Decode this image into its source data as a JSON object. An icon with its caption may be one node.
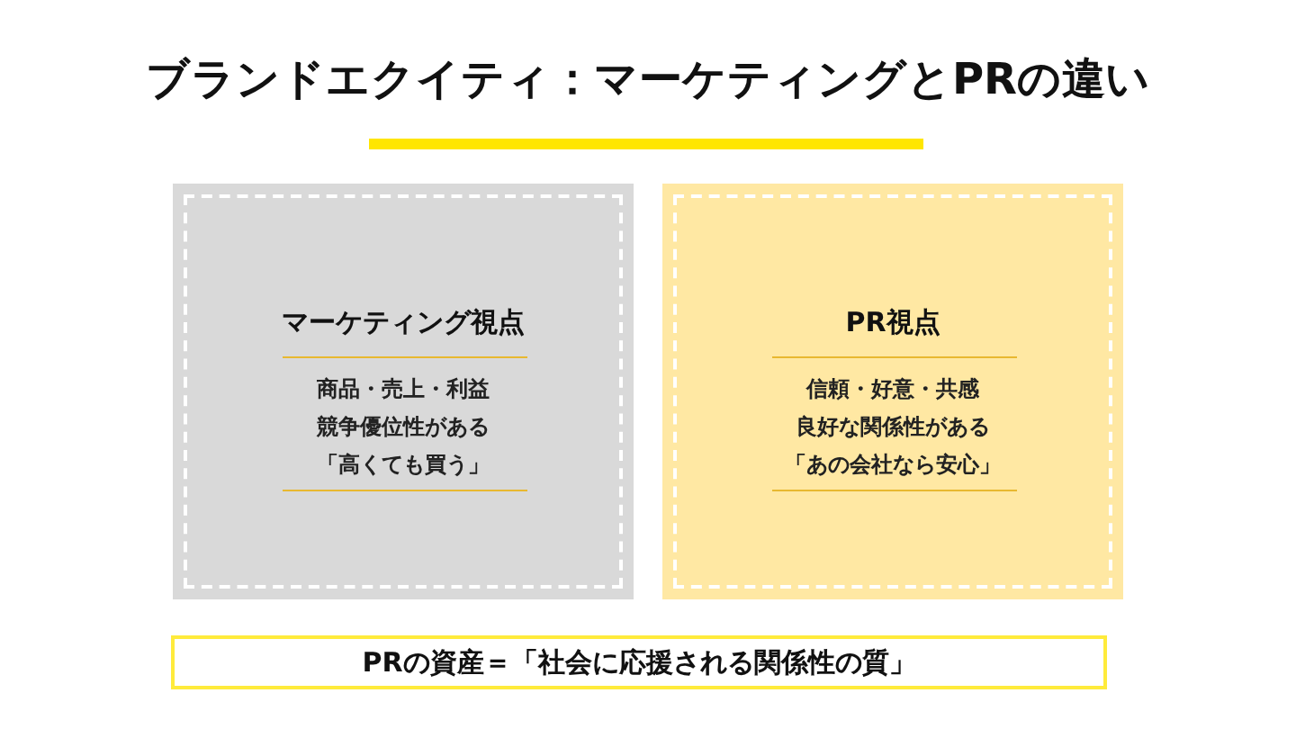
{
  "diagram": {
    "title": "ブランドエクイティ：マーケティングとPRの違い",
    "nodes": [
      {
        "text": [
          "マーケティング視点",
          "商品・売上・利益",
          "競争優位性がある",
          "「高くても買う」"
        ]
      },
      {
        "text": [
          "PR視点",
          "信頼・好意・共感",
          "良好な関係性がある",
          "「あの会社なら安心」"
        ]
      },
      {
        "text": [
          "PRの資産＝「社会に応援される関係性の質」"
        ]
      }
    ],
    "edges": []
  }
}
